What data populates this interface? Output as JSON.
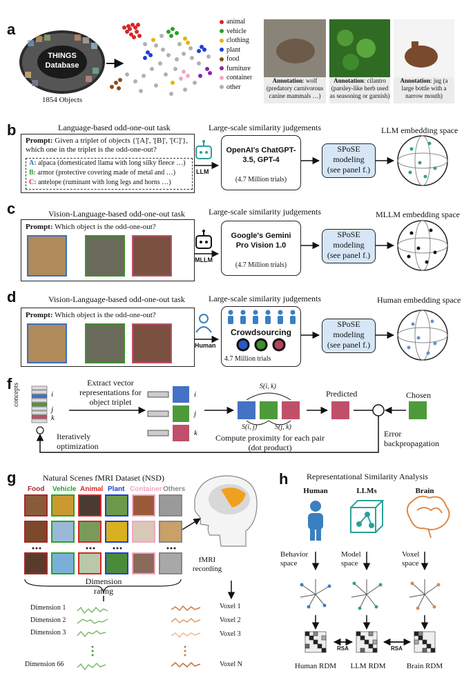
{
  "panel_a": {
    "letter": "a",
    "disk_title_1": "THINGS",
    "disk_title_2": "Database",
    "caption": "1854 Objects",
    "legend": [
      {
        "label": "animal",
        "color": "#d62728"
      },
      {
        "label": "vehicle",
        "color": "#2ca02c"
      },
      {
        "label": "clothing",
        "color": "#e6b400"
      },
      {
        "label": "plant",
        "color": "#1f3fd6"
      },
      {
        "label": "food",
        "color": "#8c4a16"
      },
      {
        "label": "furniture",
        "color": "#8e24aa"
      },
      {
        "label": "container",
        "color": "#f4a6c0"
      },
      {
        "label": "other",
        "color": "#b0b0b0"
      }
    ],
    "annotations": [
      {
        "key": "Annotation",
        "value": ": wolf (predatory carnivorous canine mammals …)"
      },
      {
        "key": "Annotation",
        "value": ": cilantro (parsley-like herb used as seasoning or garnish)"
      },
      {
        "key": "Annotation",
        "value": ": jug (a large bottle with a narrow mouth)"
      }
    ]
  },
  "panel_b": {
    "letter": "b",
    "task_title": "Language-based odd-one-out task",
    "prompt_key": "Prompt:",
    "prompt_text": " Given a triplet of objects {'[A]', '[B]', '[C]'}, which one in the triplet is the odd-one-out?",
    "options": [
      {
        "key": "A:",
        "text": " alpaca (domesticated llama with long silky fleece …)",
        "color": "#1f77b4"
      },
      {
        "key": "B:",
        "text": " armor (protective covering made of metal and …)",
        "color": "#2ca02c"
      },
      {
        "key": "C:",
        "text": " antelope (ruminant with long legs and horns …)",
        "color": "#d62728"
      }
    ],
    "agent_label": "LLM",
    "judgement_title": "Large-scale similarity judgements",
    "model_name": "OpenAI's ChatGPT-3.5, GPT-4",
    "trials": "(4.7 Million trials)",
    "spose_1": "SPoSE",
    "spose_2": "modeling",
    "spose_3": "(see panel f.)",
    "space_title": "LLM embedding space"
  },
  "panel_c": {
    "letter": "c",
    "task_title": "Vision-Language-based odd-one-out task",
    "prompt_key": "Prompt:",
    "prompt_text": " Which object is the odd-one-out?",
    "agent_label": "MLLM",
    "judgement_title": "Large-scale similarity judgements",
    "model_name": "Google's Gemini Pro Vision 1.0",
    "trials": "(4.7 Million trials)",
    "spose_1": "SPoSE",
    "spose_2": "modeling",
    "spose_3": "(see panel f.)",
    "space_title": "MLLM embedding space"
  },
  "panel_d": {
    "letter": "d",
    "task_title": "Vision-Language-based odd-one-out task",
    "prompt_key": "Prompt:",
    "prompt_text": " Which object is the odd-one-out?",
    "agent_label": "Human",
    "judgement_title": "Large-scale similarity judgements",
    "crowd_label": "Crowdsourcing",
    "trials": "4.7 Million trials",
    "spose_1": "SPoSE",
    "spose_2": "modeling",
    "spose_3": "(see panel f.)",
    "space_title": "Human embedding space"
  },
  "panel_f": {
    "letter": "f",
    "concepts": "concepts",
    "row_labels": [
      "i",
      "j",
      "k"
    ],
    "extract_1": "Extract vector",
    "extract_2": "representations for",
    "extract_3": "object triplet",
    "iter_1": "Iteratively",
    "iter_2": "optimization",
    "sik": "S(i, k)",
    "sij": "S(i, j)",
    "sjk": "S(j, k)",
    "compute_1": "Compute proximity for each pair",
    "compute_2": "(dot product)",
    "predicted": "Predicted",
    "chosen": "Chosen",
    "error_1": "Error",
    "error_2": "backpropagation",
    "colors": {
      "i": "#4472c4",
      "j": "#4e9a3a",
      "k": "#c0506a"
    }
  },
  "panel_g": {
    "letter": "g",
    "title": "Natural Scenes fMRI Dataset (NSD)",
    "categories": [
      {
        "label": "Food",
        "color": "#a52a2a"
      },
      {
        "label": "Vehicle",
        "color": "#2ca02c"
      },
      {
        "label": "Animal",
        "color": "#d62728"
      },
      {
        "label": "Plant",
        "color": "#1f3fd6"
      },
      {
        "label": "Container",
        "color": "#f4a6c0"
      },
      {
        "label": "Others",
        "color": "#888888"
      }
    ],
    "rating_1": "Dimension",
    "rating_2": "rating",
    "fmri_1": "fMRI",
    "fmri_2": "recording",
    "dimensions": [
      "Dimension 1",
      "Dimension 2",
      "Dimension 3",
      "Dimension 66"
    ],
    "voxels": [
      "Voxel 1",
      "Voxel 2",
      "Voxel 3",
      "Voxel N"
    ]
  },
  "panel_h": {
    "letter": "h",
    "title": "Representational Similarity Analysis",
    "columns": [
      "Human",
      "LLMs",
      "Brain"
    ],
    "spaces": [
      {
        "l1": "Behavior",
        "l2": "space"
      },
      {
        "l1": "Model",
        "l2": "space"
      },
      {
        "l1": "Voxel",
        "l2": "space"
      }
    ],
    "rdms": [
      "Human RDM",
      "LLM RDM",
      "Brain RDM"
    ],
    "rsa": "RSA",
    "colors": {
      "human": "#3a7fc1",
      "llm": "#2aa198",
      "brain": "#e0884a"
    }
  }
}
